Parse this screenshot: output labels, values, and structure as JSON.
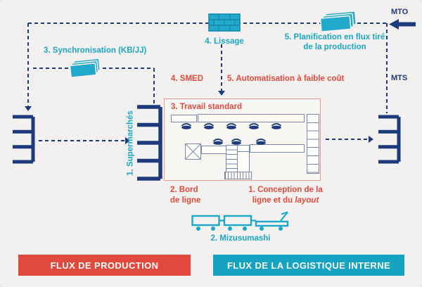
{
  "labels": {
    "synchronisation": "3. Synchronisation (KB/JJ)",
    "lissage": "4. Lissage",
    "planification_line1": "5. Planification en flux tiré",
    "planification_line2": "de la production",
    "mto": "MTO",
    "mts": "MTS",
    "smed": "4. SMED",
    "automatisation": "5. Automatisation à faible coût",
    "travail_standard": "3. Travail standard",
    "supermarches": "1. Supermarchés",
    "bord_line1": "2. Bord",
    "bord_line2": "de ligne",
    "conception_line1": "1. Conception de la",
    "conception_line2_prefix": "ligne et du ",
    "conception_line2_italic": "layout",
    "mizusumashi": "2. Mizusumashi"
  },
  "banners": {
    "production": "FLUX DE PRODUCTION",
    "logistique": "FLUX DE LA LOGISTIQUE INTERNE"
  },
  "colors": {
    "navy": "#1d3a7c",
    "cyan": "#1ba7c7",
    "red": "#e5493c",
    "banner_red": "#e2493d",
    "banner_cyan": "#14a3c2",
    "background": "#f2f1ef",
    "box_border": "#ec9a90",
    "layout_stroke": "#7986ae"
  },
  "icons": {
    "heijunka": "brick-wall leveling box",
    "kanban_stack": "stack of kanban cards",
    "shelf": "supermarket rack",
    "operator": "workstation operator",
    "train": "mizusumashi tow train",
    "mto_arrow": "thick left arrow"
  }
}
